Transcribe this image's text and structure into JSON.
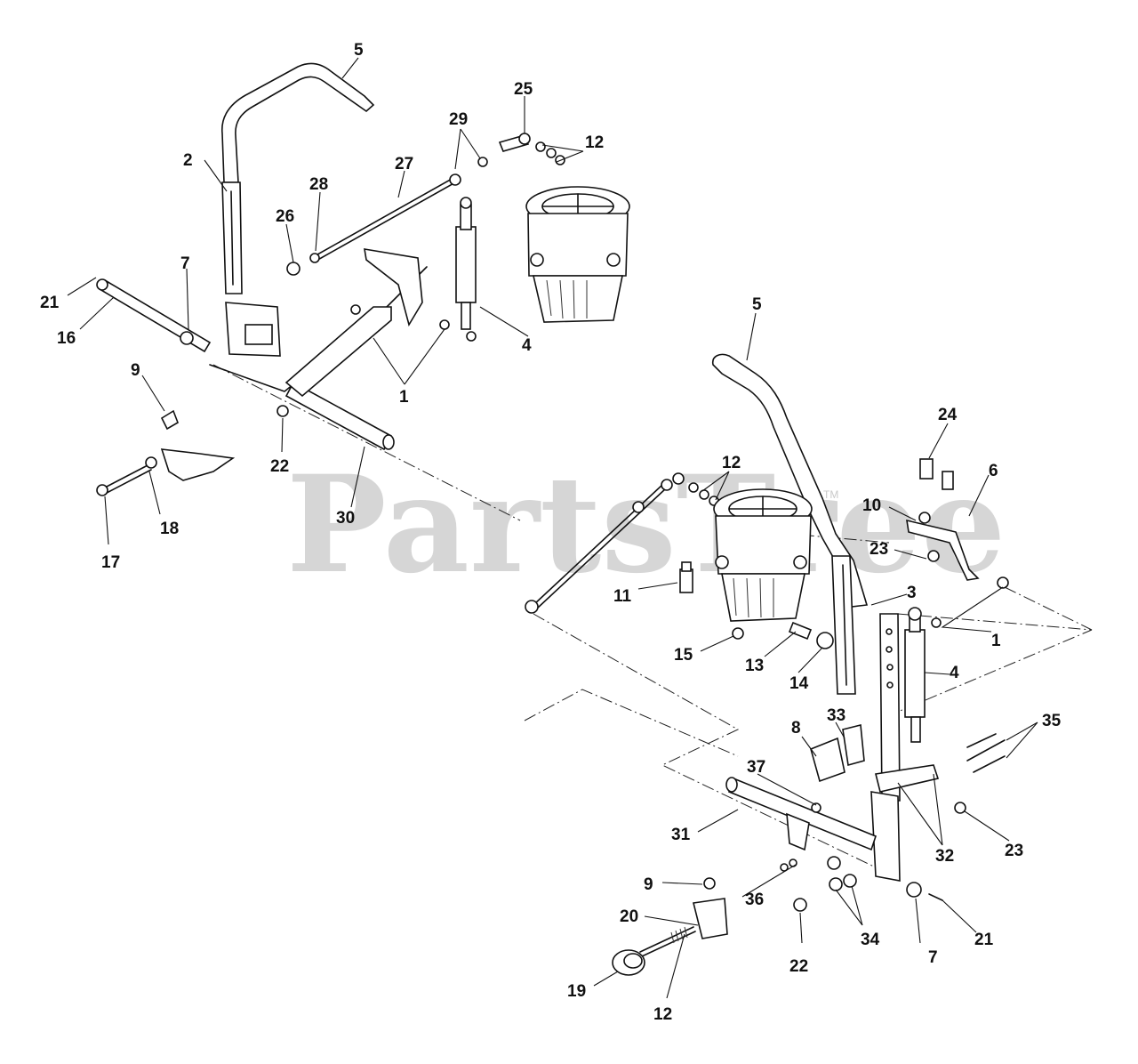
{
  "watermark": {
    "text": "PartsTree",
    "trademark": "TM"
  },
  "callouts": [
    "5",
    "25",
    "29",
    "12",
    "2",
    "27",
    "28",
    "26",
    "7",
    "21",
    "16",
    "1",
    "4",
    "9",
    "22",
    "30",
    "18",
    "17",
    "5",
    "24",
    "6",
    "12",
    "10",
    "23",
    "11",
    "3",
    "1",
    "15",
    "13",
    "14",
    "4",
    "33",
    "8",
    "35",
    "37",
    "31",
    "32",
    "23",
    "9",
    "36",
    "20",
    "34",
    "22",
    "7",
    "21",
    "19",
    "12"
  ]
}
